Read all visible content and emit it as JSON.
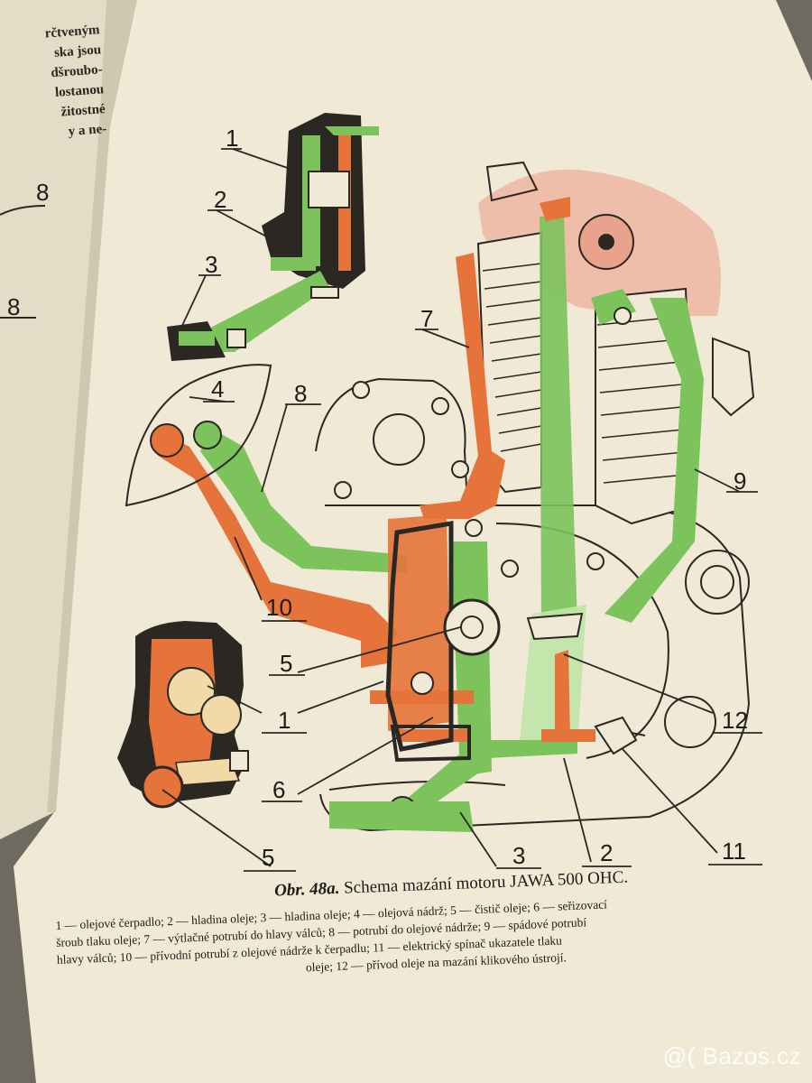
{
  "left_page_text": [
    "rčtveným",
    "ska jsou",
    "dšroubo-",
    "lostanou",
    "žitostné",
    "y a ne-"
  ],
  "left_page_labels": [
    "8",
    "8"
  ],
  "diagram_labels": [
    {
      "id": "l1a",
      "text": "1"
    },
    {
      "id": "l2a",
      "text": "2"
    },
    {
      "id": "l3a",
      "text": "3"
    },
    {
      "id": "l4",
      "text": "4"
    },
    {
      "id": "l7",
      "text": "7"
    },
    {
      "id": "l8",
      "text": "8"
    },
    {
      "id": "l9",
      "text": "9"
    },
    {
      "id": "l10",
      "text": "10"
    },
    {
      "id": "l5a",
      "text": "5"
    },
    {
      "id": "l1b",
      "text": "1"
    },
    {
      "id": "l12",
      "text": "12"
    },
    {
      "id": "l6",
      "text": "6"
    },
    {
      "id": "l5b",
      "text": "5"
    },
    {
      "id": "l3b",
      "text": "3"
    },
    {
      "id": "l2b",
      "text": "2"
    },
    {
      "id": "l11",
      "text": "11"
    }
  ],
  "caption": {
    "prefix": "Obr. 48a.",
    "title": "Schema mazání motoru JAWA 500 OHC.",
    "lines": [
      "1 — olejové čerpadlo; 2 — hladina oleje; 3 — hladina oleje; 4 — olejová nádrž; 5 — čistič oleje; 6 — seřizovací",
      "šroub tlaku oleje; 7 — výtlačné potrubí do hlavy válců; 8 — potrubí do olejové nádrže; 9 — spádové potrubí",
      "hlavy válců; 10 — přívodní potrubí z olejové nádrže k čerpadlu; 11 — elektrický spínač ukazatele tlaku",
      "oleje; 12 — přívod oleje na mazání klikového ústrojí."
    ]
  },
  "watermark": "@( Bazos.cz",
  "colors": {
    "paper": "#efe9d6",
    "oil_orange": "#e6733a",
    "oil_green": "#7cc35b",
    "ink": "#2b2824",
    "cam_pink": "#efb6a2"
  }
}
